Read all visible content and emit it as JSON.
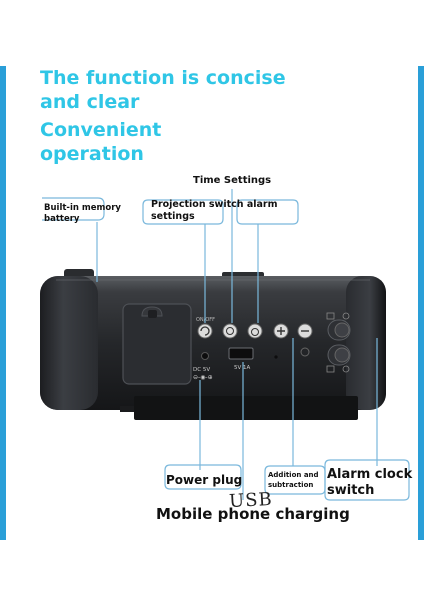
{
  "headline": {
    "line1": "The function is concise",
    "line2": "and clear",
    "line3": "Convenient",
    "line4": "operation"
  },
  "labels": {
    "memory": "Built-in memory battery",
    "time": "Time Settings",
    "projection": "Projection switch alarm settings",
    "power": "Power plug",
    "add": "Addition and subtraction",
    "alarm": "Alarm clock switch",
    "usb": "Mobile phone charging",
    "handwritten": "USB"
  },
  "device": {
    "onoff": "ON/OFF",
    "dc": "DC 5V",
    "usb_rating": "5V 1A"
  },
  "colors": {
    "accent": "#2fc6e6",
    "edge": "#2a9fd8",
    "callout": "#7ab8dc"
  }
}
